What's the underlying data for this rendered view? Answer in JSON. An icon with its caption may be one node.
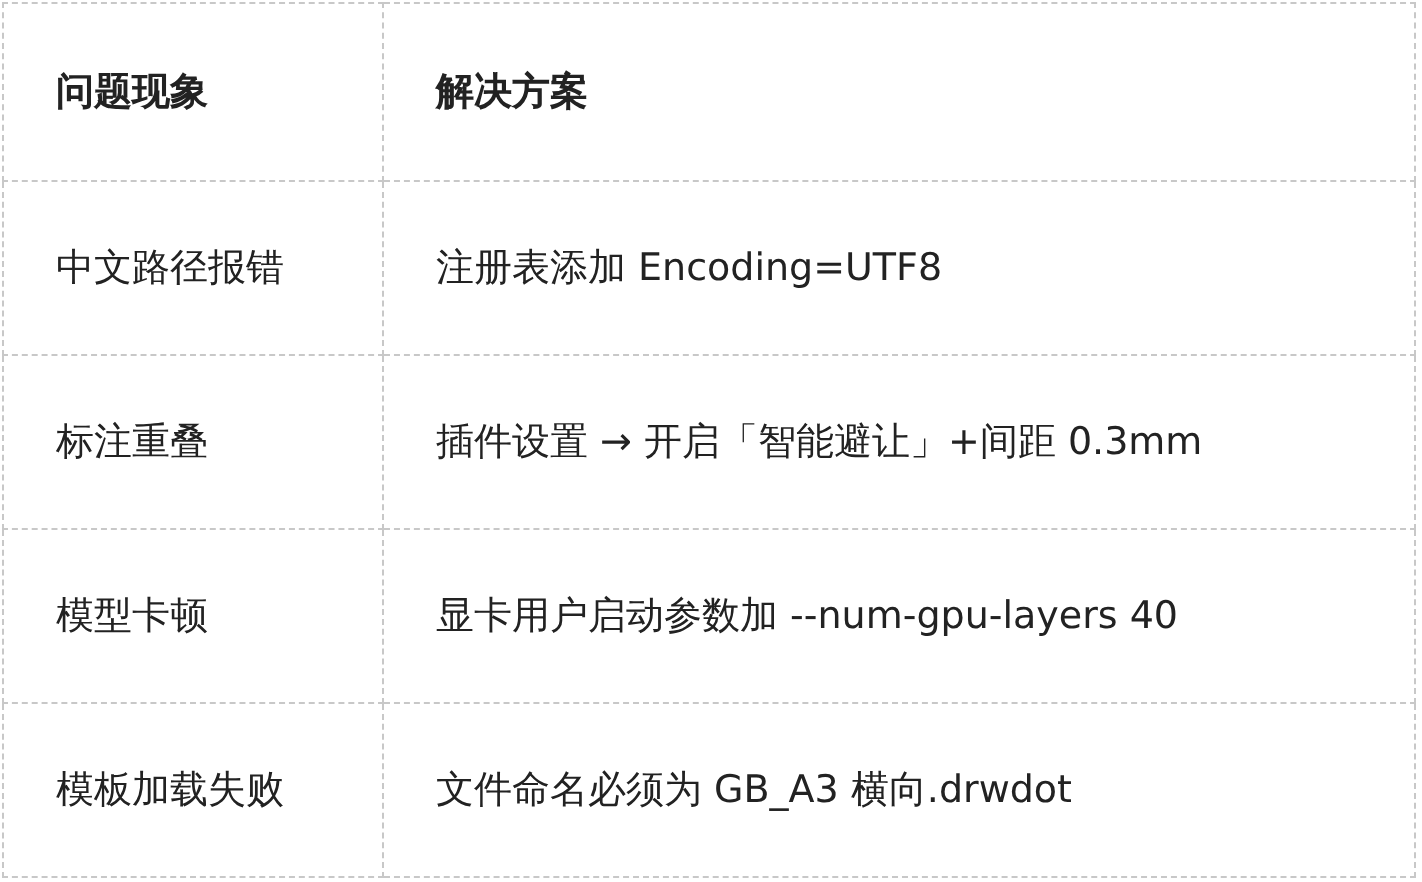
{
  "diagram": {
    "labels": [
      "问题现象",
      "解决方案",
      "中文路径报错",
      "注册表添加 Encoding=UTF8",
      "标注重叠",
      "插件设置 → 开启「智能避让」+间距 0.3mm",
      "模型卡顿",
      "显卡用户启动参数加 --num-gpu-layers 40",
      "模板加载失败",
      "文件命名必须为 GB_A3 横向.drwdot"
    ]
  }
}
